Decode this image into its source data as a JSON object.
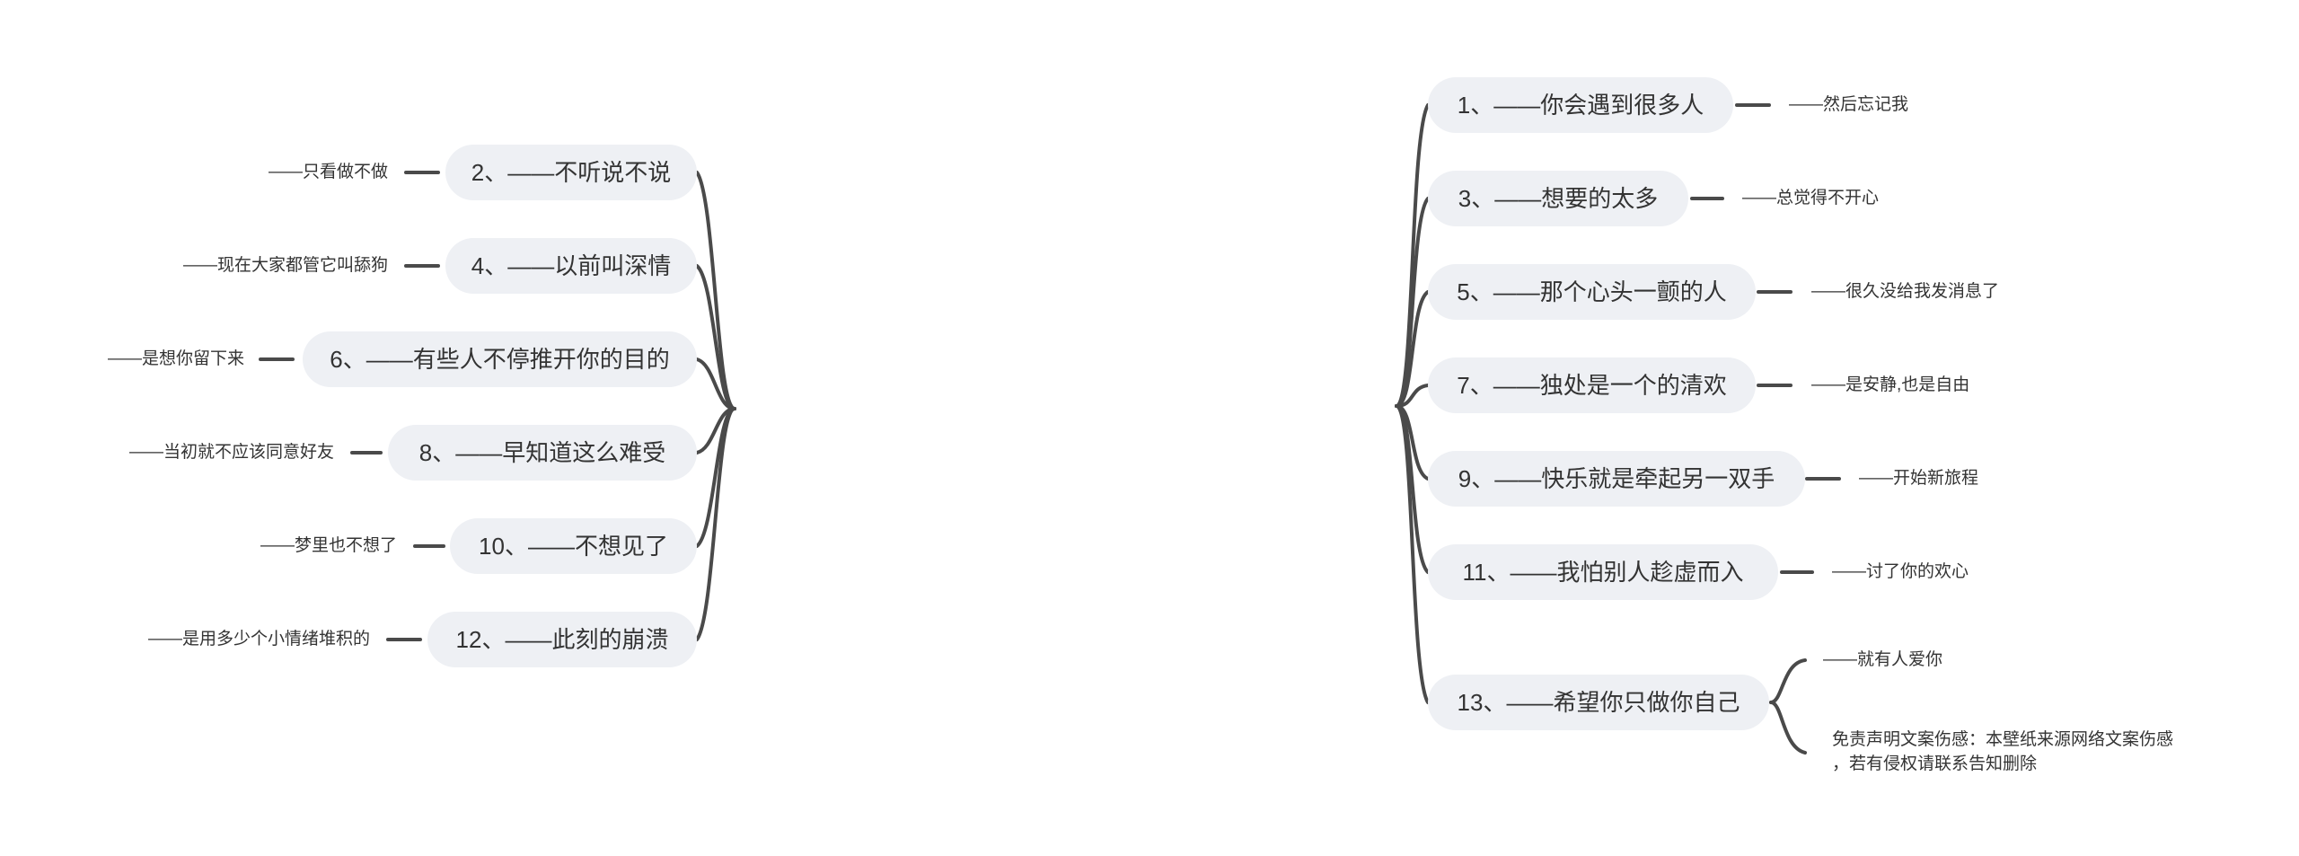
{
  "center": {
    "title": "文案伤感(文案素材句子)",
    "color": "#2b5cb8"
  },
  "left_branches": [
    {
      "label": "2、——不听说不说",
      "leaf": "——只看做不做"
    },
    {
      "label": "4、——以前叫深情",
      "leaf": "——现在大家都管它叫舔狗"
    },
    {
      "label": "6、——有些人不停推开你的目的",
      "leaf": "——是想你留下来"
    },
    {
      "label": "8、——早知道这么难受",
      "leaf": "——当初就不应该同意好友"
    },
    {
      "label": "10、——不想见了",
      "leaf": "——梦里也不想了"
    },
    {
      "label": "12、——此刻的崩溃",
      "leaf": "——是用多少个小情绪堆积的"
    }
  ],
  "right_branches": [
    {
      "label": "1、——你会遇到很多人",
      "leaf": "——然后忘记我"
    },
    {
      "label": "3、——想要的太多",
      "leaf": "——总觉得不开心"
    },
    {
      "label": "5、——那个心头一颤的人",
      "leaf": "——很久没给我发消息了"
    },
    {
      "label": "7、——独处是一个的清欢",
      "leaf": "——是安静,也是自由"
    },
    {
      "label": "9、——快乐就是牵起另一双手",
      "leaf": "——开始新旅程"
    },
    {
      "label": "11、——我怕别人趁虚而入",
      "leaf": "——讨了你的欢心"
    }
  ],
  "last_branch": {
    "label": "13、——希望你只做你自己",
    "leaves": [
      "——就有人爱你"
    ],
    "disclaimer": [
      "免责声明文案伤感：本壁纸来源网络文案伤感",
      "，若有侵权请联系告知删除"
    ]
  }
}
